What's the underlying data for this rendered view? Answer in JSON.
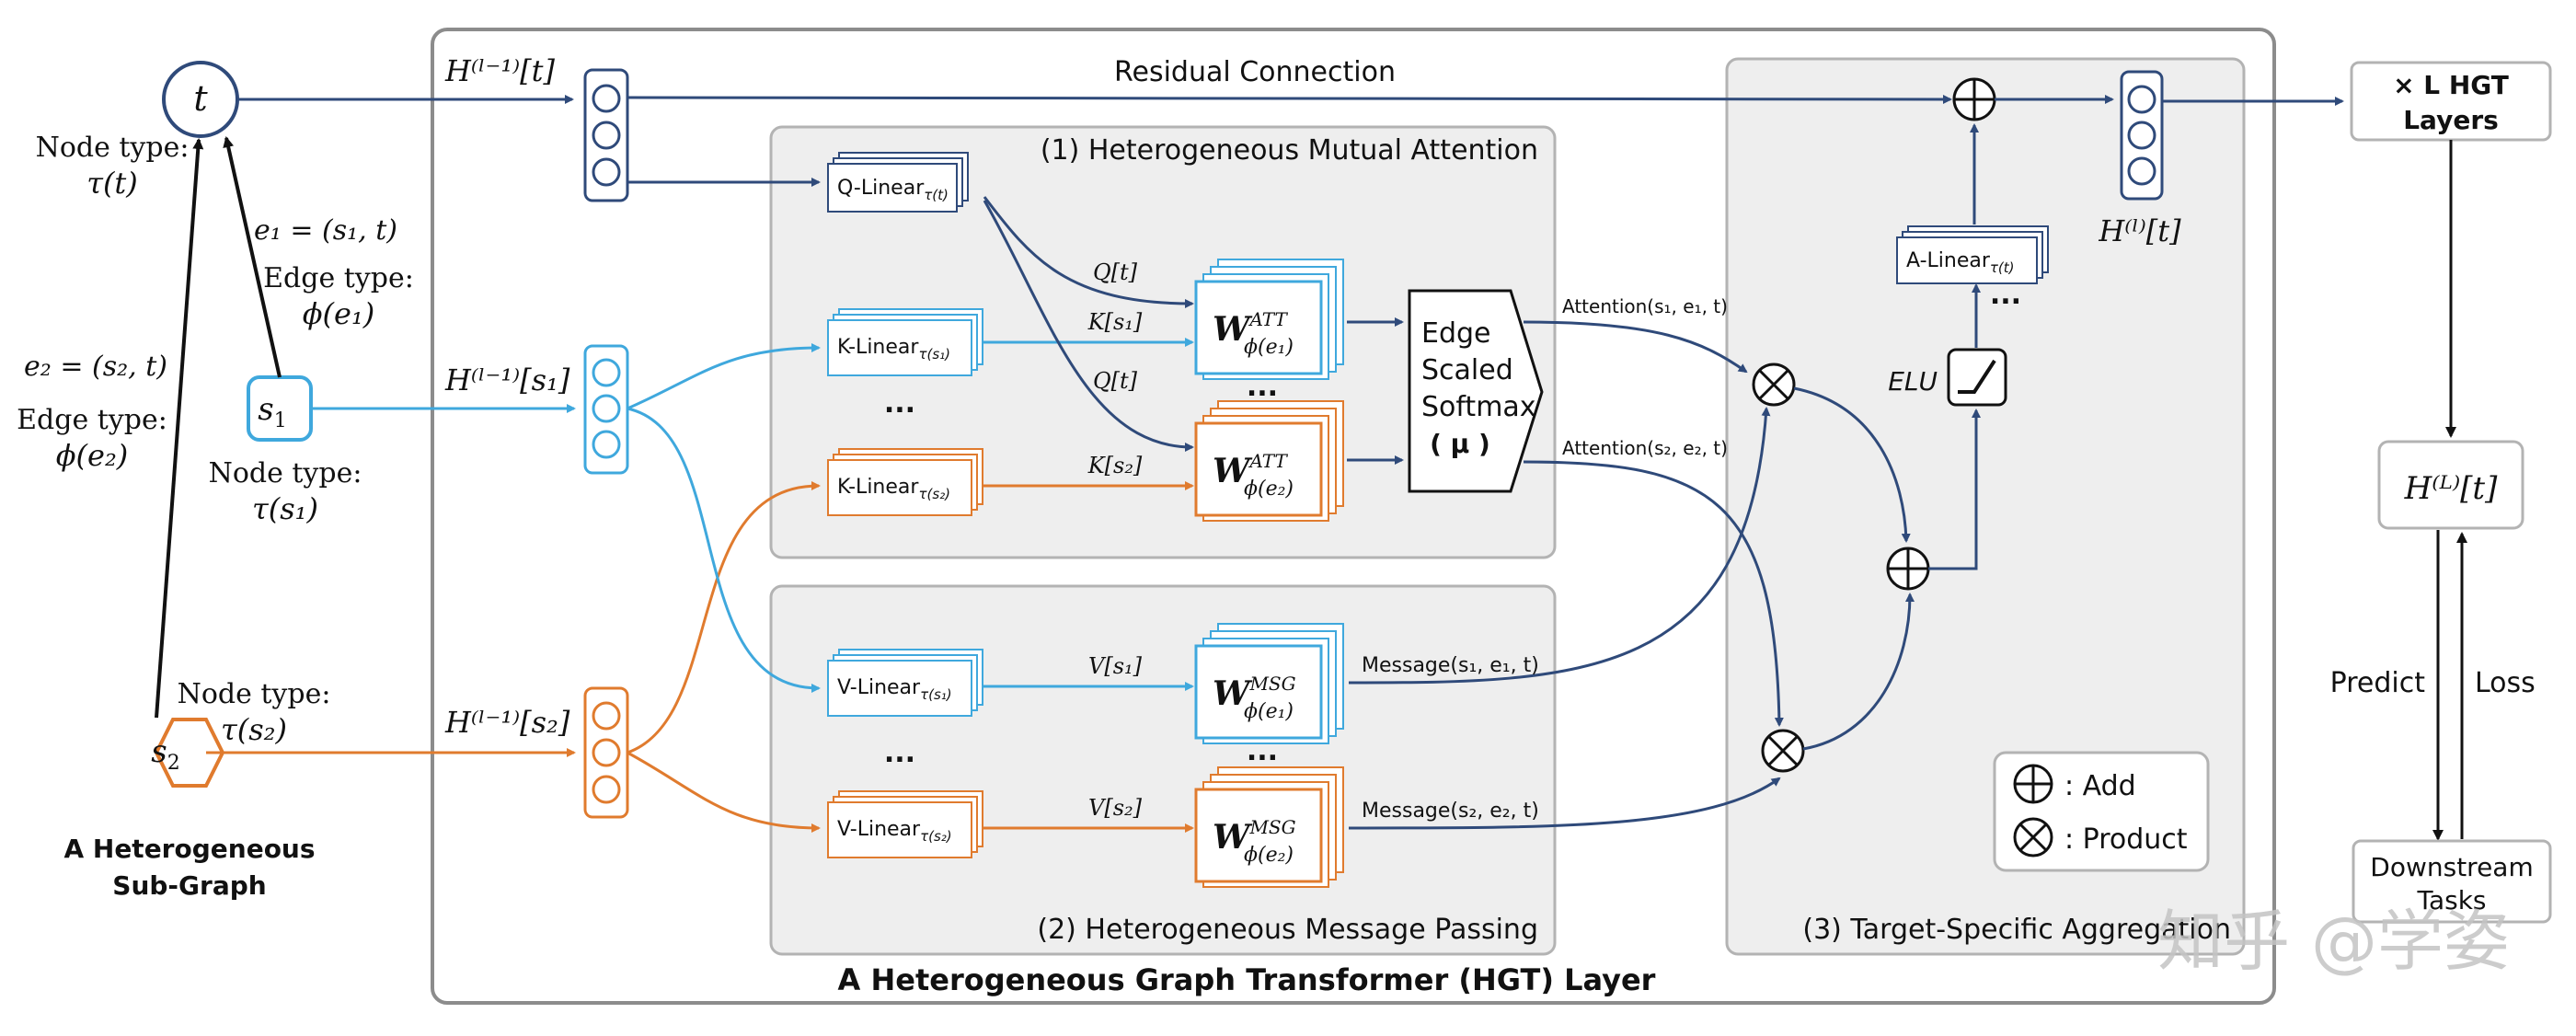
{
  "title": "A Heterogeneous Graph Transformer (HGT) Layer",
  "subgraph": {
    "caption_line1": "A Heterogeneous",
    "caption_line2": "Sub-Graph",
    "node_t": "t",
    "node_s1": "s",
    "node_s1_sub": "1",
    "node_s2": "s",
    "node_s2_sub": "2",
    "node_type_t_label": "Node type:",
    "node_type_t_value": "τ(t)",
    "e1_label": "e₁ = (s₁, t)",
    "edge_type_e1_label": "Edge type:",
    "edge_type_e1_value": "ϕ(e₁)",
    "e2_label": "e₂ = (s₂, t)",
    "edge_type_e2_label": "Edge type:",
    "edge_type_e2_value": "ϕ(e₂)",
    "node_type_s1_label": "Node type:",
    "node_type_s1_value": "τ(s₁)",
    "node_type_s2_label": "Node type:",
    "node_type_s2_value": "τ(s₂)"
  },
  "inputs": {
    "h_t": "H⁽ˡ⁻¹⁾[t]",
    "h_s1": "H⁽ˡ⁻¹⁾[s₁]",
    "h_s2": "H⁽ˡ⁻¹⁾[s₂]"
  },
  "residual_label": "Residual Connection",
  "attention_panel": {
    "title": "(1) Heterogeneous Mutual Attention",
    "q_linear": "Q-Linear",
    "q_linear_sub": "τ(t)",
    "k_linear_1": "K-Linear",
    "k_linear_1_sub": "τ(s₁)",
    "k_linear_2": "K-Linear",
    "k_linear_2_sub": "τ(s₂)",
    "q1": "Q[t]",
    "k1": "K[s₁]",
    "q2": "Q[t]",
    "k2": "K[s₂]",
    "w_att_1": "W",
    "w_att_1_sup": "ATT",
    "w_att_1_sub": "ϕ(e₁)",
    "w_att_2": "W",
    "w_att_2_sup": "ATT",
    "w_att_2_sub": "ϕ(e₂)",
    "ellipsis_left": "...",
    "ellipsis_mid": "...",
    "softmax_line1": "Edge",
    "softmax_line2": "Scaled",
    "softmax_line3": "Softmax",
    "softmax_line4": "( μ )",
    "att_out_1": "Attention(s₁, e₁, t)",
    "att_out_2": "Attention(s₂, e₂, t)"
  },
  "message_panel": {
    "title": "(2) Heterogeneous Message Passing",
    "v_linear_1": "V-Linear",
    "v_linear_1_sub": "τ(s₁)",
    "v_linear_2": "V-Linear",
    "v_linear_2_sub": "τ(s₂)",
    "v1": "V[s₁]",
    "v2": "V[s₂]",
    "w_msg_1": "W",
    "w_msg_1_sup": "MSG",
    "w_msg_1_sub": "ϕ(e₁)",
    "w_msg_2": "W",
    "w_msg_2_sup": "MSG",
    "w_msg_2_sub": "ϕ(e₂)",
    "ellipsis_left": "...",
    "ellipsis_mid": "...",
    "msg_out_1": "Message(s₁, e₁, t)",
    "msg_out_2": "Message(s₂, e₂, t)"
  },
  "aggregation_panel": {
    "title": "(3) Target-Specific Aggregation",
    "a_linear": "A-Linear",
    "a_linear_sub": "τ(t)",
    "ellipsis": "...",
    "elu": "ELU",
    "output": "H⁽ˡ⁾[t]",
    "legend_add": ": Add",
    "legend_product": ": Product"
  },
  "right_side": {
    "layers_line1": "× L HGT",
    "layers_line2": "Layers",
    "final_output": "H⁽ᴸ⁾[t]",
    "predict": "Predict",
    "loss": "Loss",
    "downstream_line1": "Downstream",
    "downstream_line2": "Tasks"
  },
  "watermark": "知乎 @学姿",
  "colors": {
    "navy": "#2f4a7a",
    "light_blue": "#3fa8dd",
    "orange": "#e07b2e",
    "panel_fill": "#eeeeee",
    "panel_stroke": "#b3b3b3",
    "frame_stroke": "#8c8c8c"
  }
}
